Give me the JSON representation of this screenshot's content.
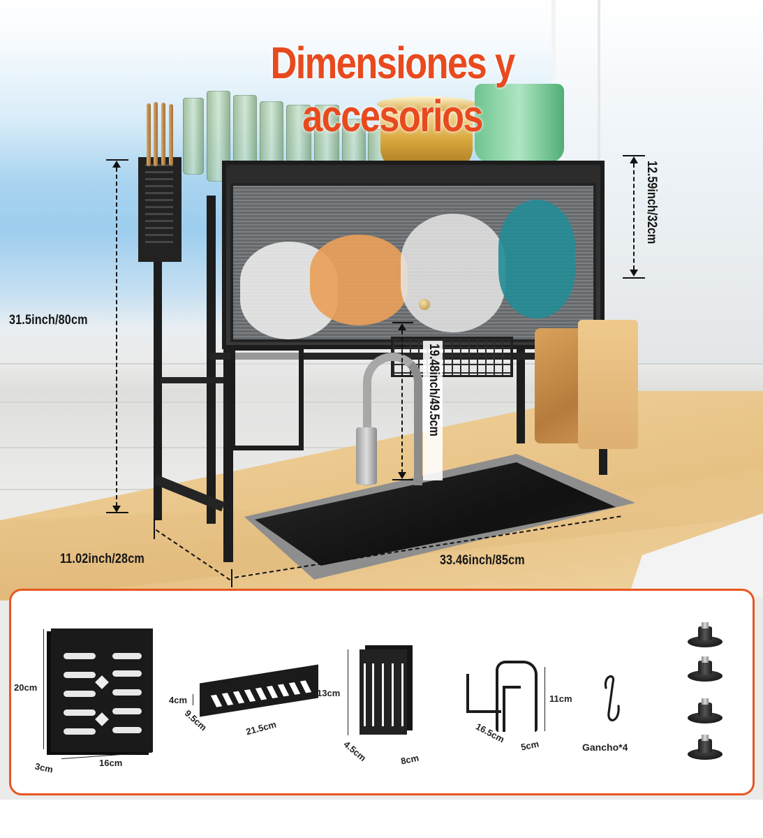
{
  "title": "Dimensiones y accesorios",
  "colors": {
    "title": "#e84a1f",
    "panel_border": "#e8561f",
    "dimension_text": "#151515",
    "rack": "#1d1d1d",
    "countertop": "#e7c184"
  },
  "product": {
    "name": "Over-sink dish drying rack with cabinet door",
    "dimensions": {
      "total_height": "31.5inch/80cm",
      "cabinet_height": "12.59inch/32cm",
      "clearance_height": "19.48inch/49.5cm",
      "depth": "11.02inch/28cm",
      "width": "33.46inch/85cm"
    }
  },
  "accessories": [
    {
      "name": "cutting-board-holder-panel",
      "icon": "board-holder-icon",
      "dims": {
        "height": "20cm",
        "depth": "3cm",
        "width": "16cm"
      }
    },
    {
      "name": "sponge-tray",
      "icon": "tray-icon",
      "dims": {
        "height": "4cm",
        "depth": "9.5cm",
        "width": "21.5cm"
      }
    },
    {
      "name": "utensil-holder",
      "icon": "utensil-holder-icon",
      "dims": {
        "height": "13cm",
        "depth": "4.5cm",
        "width": "8cm"
      }
    },
    {
      "name": "lid-hook-frame",
      "icon": "hook-frame-icon",
      "dims": {
        "height": "11cm",
        "depth": "16.5cm",
        "width": "5cm"
      }
    },
    {
      "name": "s-hook",
      "icon": "s-hook-icon",
      "label": "Gancho*4"
    },
    {
      "name": "adjustable-feet",
      "icon": "foot-pad-icon",
      "count": 4
    }
  ]
}
